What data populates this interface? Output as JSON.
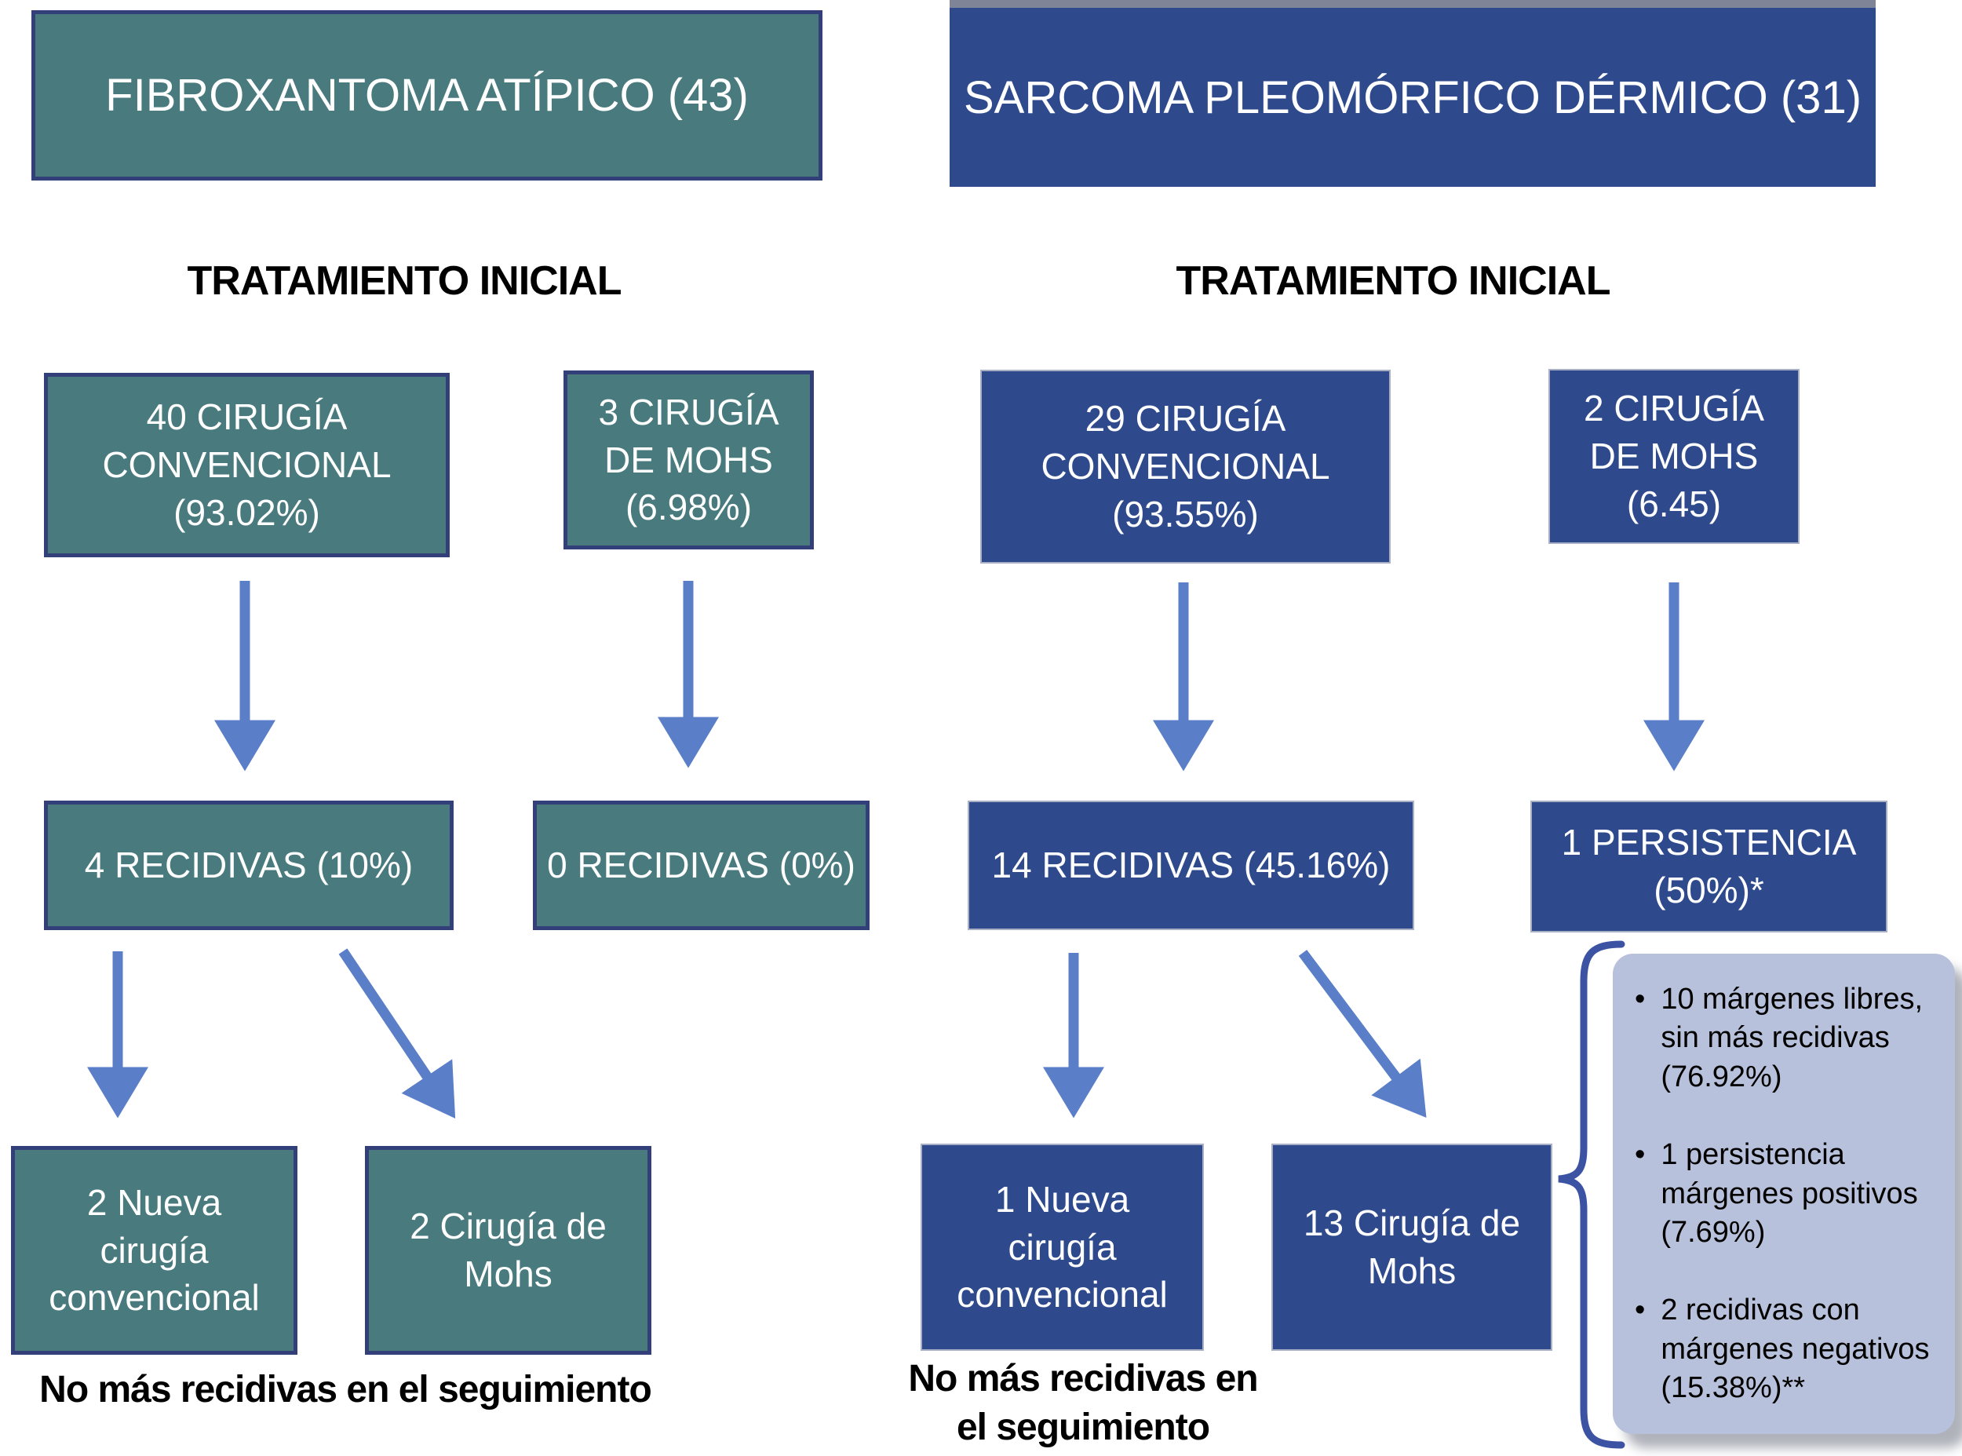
{
  "glyphs": {
    "bullet": "•"
  },
  "colors": {
    "teal_fill": "#487A7E",
    "teal_border": "#333F78",
    "navy_fill": "#2E4A8D",
    "arrow_blue": "#5B7EC9",
    "bracket_blue": "#3C53A4",
    "panel_fill": "#B8C1DB",
    "text_dark": "#000000",
    "text_light": "#FFFFFF"
  },
  "fa": {
    "title": "FIBROXANTOMA ATÍPICO (43)",
    "heading": "TRATAMIENTO INICIAL",
    "conv": "40 CIRUGÍA\nCONVENCIONAL\n(93.02%)",
    "mohs": "3 CIRUGÍA\nDE MOHS\n(6.98%)",
    "recid_conv": "4 RECIDIVAS (10%)",
    "recid_mohs": "0 RECIDIVAS (0%)",
    "new_conv": "2 Nueva\ncirugía\nconvencional",
    "new_mohs": "2 Cirugía de\nMohs",
    "caption": "No más recidivas en el seguimiento"
  },
  "spd": {
    "title": "SARCOMA PLEOMÓRFICO DÉRMICO (31)",
    "heading": "TRATAMIENTO INICIAL",
    "conv": "29 CIRUGÍA\nCONVENCIONAL\n(93.55%)",
    "mohs": "2 CIRUGÍA\nDE MOHS\n(6.45)",
    "recid_conv": "14 RECIDIVAS (45.16%)",
    "persistence": "1 PERSISTENCIA\n(50%)*",
    "new_conv": "1 Nueva\ncirugía\nconvencional",
    "new_mohs": "13 Cirugía de\nMohs",
    "caption": "No más recidivas en\nel seguimiento",
    "bullets": [
      "10 márgenes libres,\nsin más recidivas\n(76.92%)",
      "1 persistencia\nmárgenes positivos\n(7.69%)",
      "2 recidivas con\nmárgenes negativos\n(15.38%)**"
    ]
  }
}
